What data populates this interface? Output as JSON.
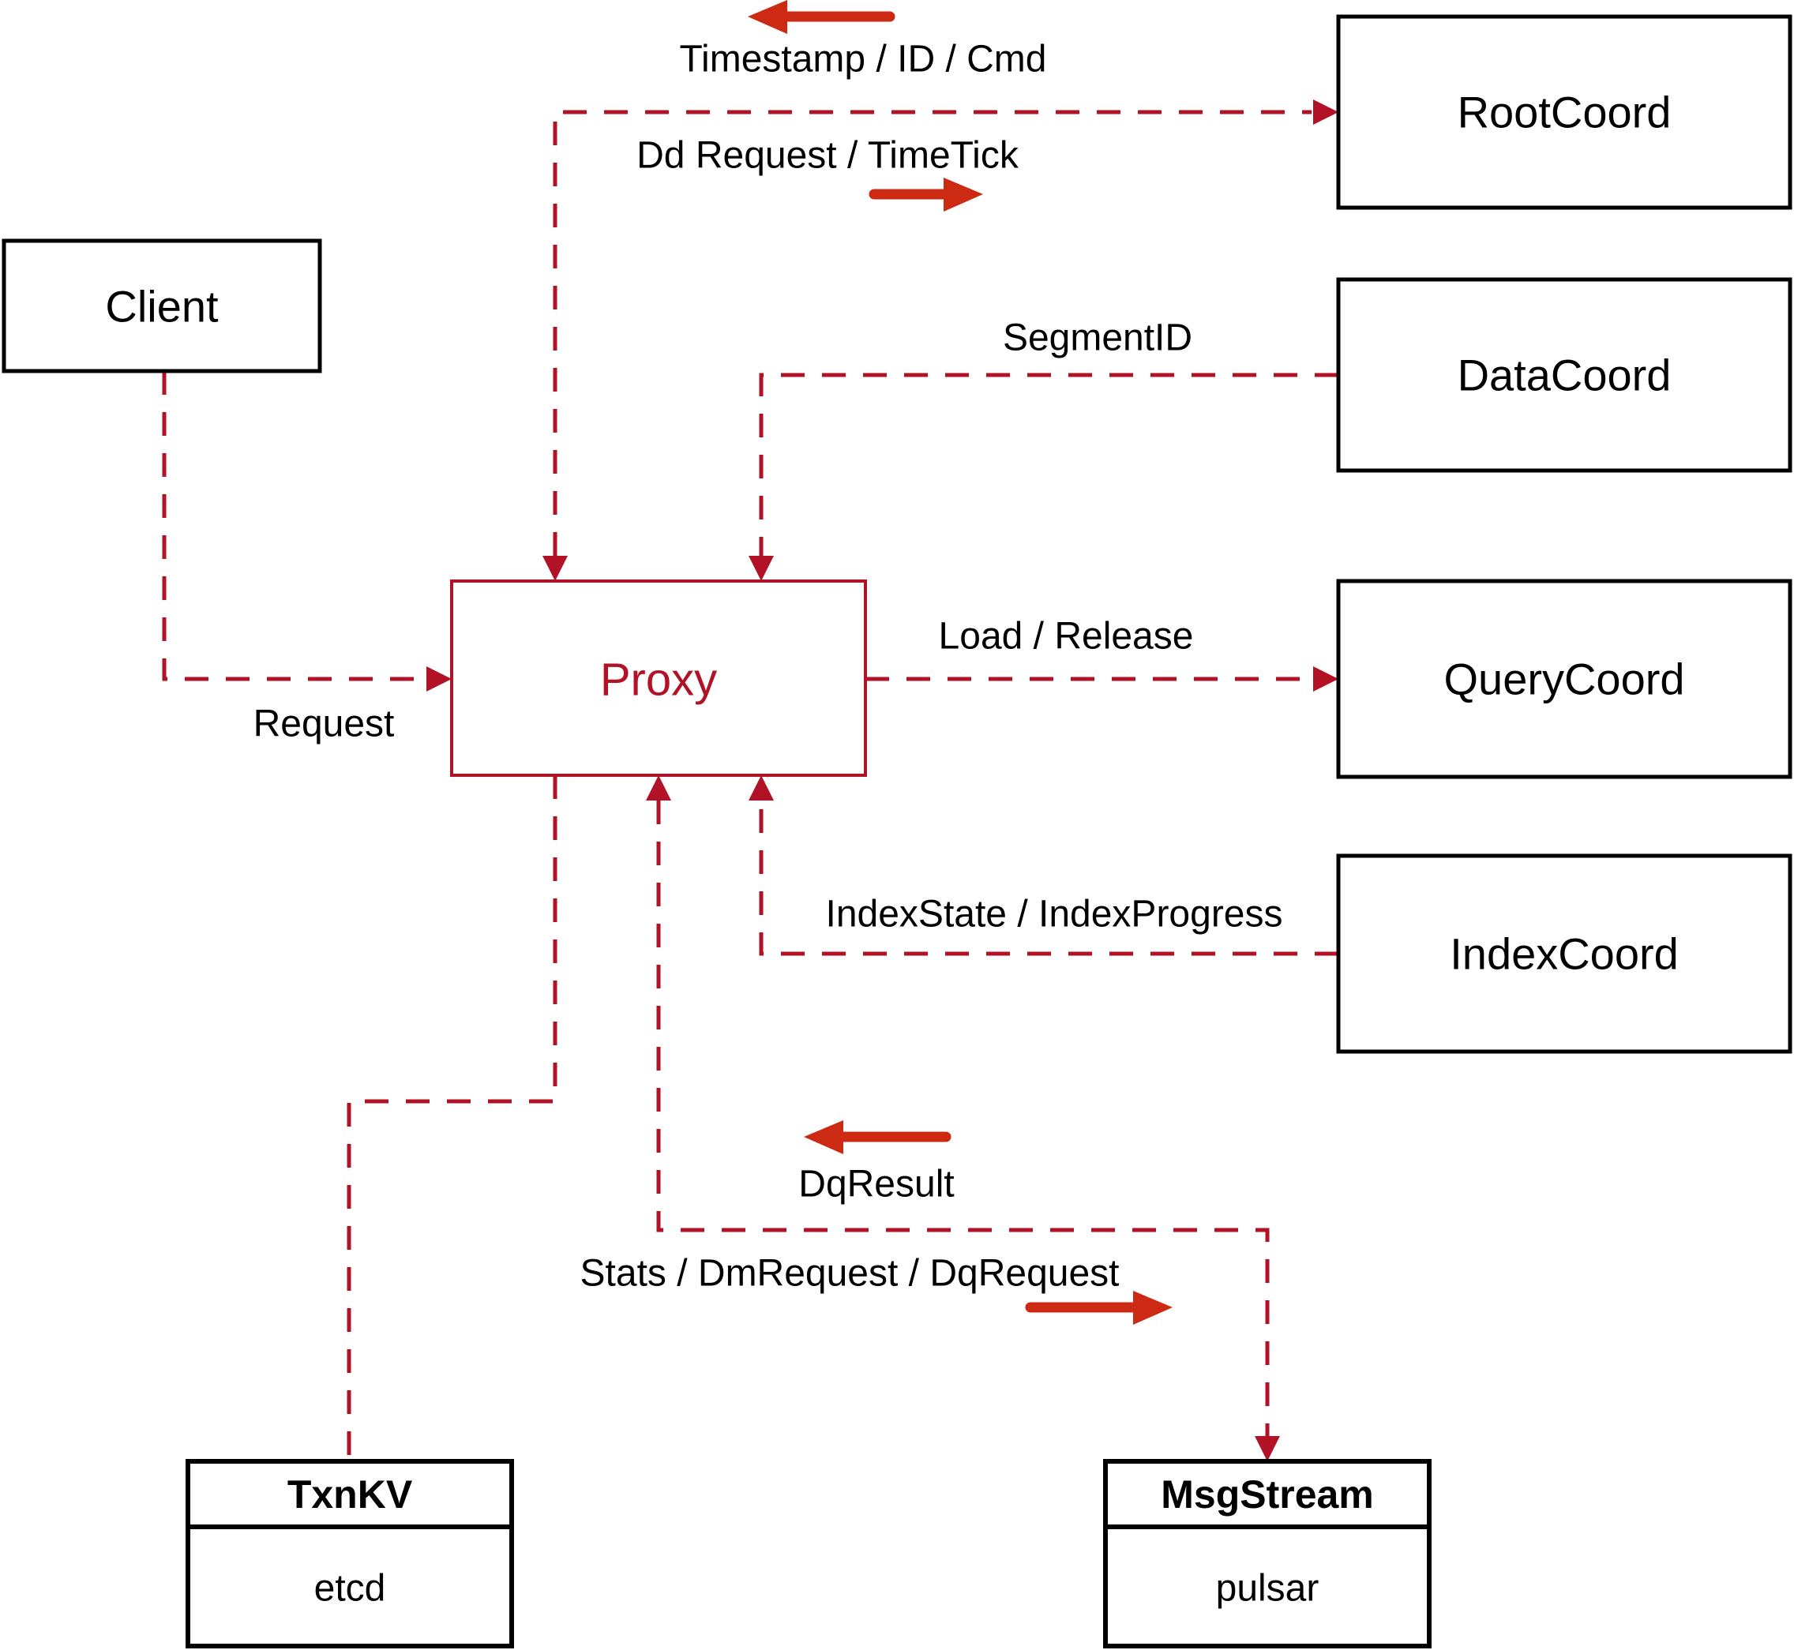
{
  "colors": {
    "dashed": "#b11226",
    "arrow": "#cc2a12",
    "box_border": "#000000",
    "proxy": "#b11226",
    "text": "#000000",
    "background": "#ffffff"
  },
  "diagram": {
    "nodes": {
      "client": "Client",
      "root_coord": "RootCoord",
      "data_coord": "DataCoord",
      "query_coord": "QueryCoord",
      "index_coord": "IndexCoord",
      "proxy": "Proxy",
      "txn_kv": {
        "title": "TxnKV",
        "subtitle": "etcd"
      },
      "msg_stream": {
        "title": "MsgStream",
        "subtitle": "pulsar"
      }
    },
    "edges": {
      "request": "Request",
      "timestamp_id_cmd": "Timestamp / ID / Cmd",
      "dd_request_timetick": "Dd Request / TimeTick",
      "segment_id": "SegmentID",
      "load_release": "Load / Release",
      "index_state_progress": "IndexState / IndexProgress",
      "dq_result": "DqResult",
      "stats_dm_dq": "Stats / DmRequest / DqRequest"
    }
  }
}
